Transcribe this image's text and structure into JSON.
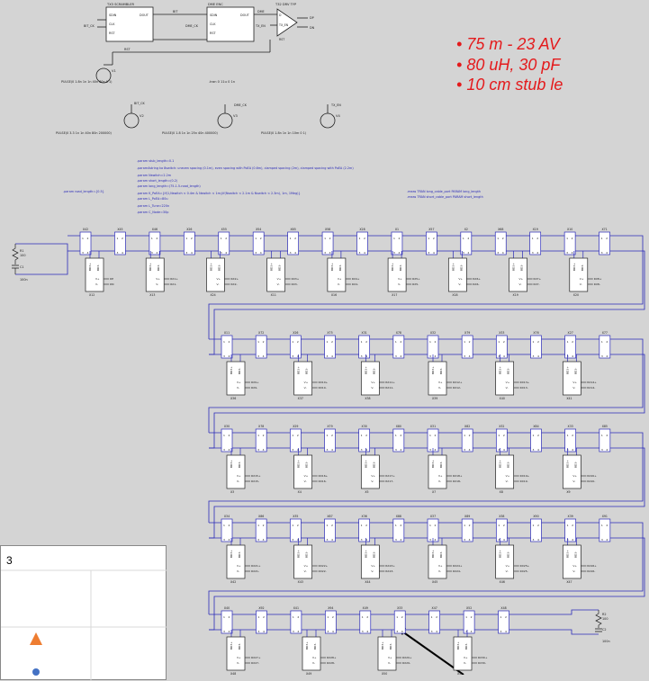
{
  "bullets": [
    "75 m - 23 AV",
    "80 uH, 30 pF",
    "10 cm stub le"
  ],
  "top_blocks": {
    "scrambler": {
      "title": "TX3 SCRAMBLER",
      "pins_left": [
        "SDIN",
        "CLK",
        "RST"
      ],
      "pins_right": [
        "DOUT"
      ]
    },
    "encoder": {
      "title": "DME ENC",
      "pins_left": [
        "SDIN",
        "CLK",
        "RST"
      ],
      "pins_right": [
        "DOUT"
      ]
    },
    "driver": {
      "title": "T32 DRV TYP",
      "pins_left": [
        "D",
        "TX_EN",
        "RST"
      ],
      "pins_right": [
        "DP",
        "DN"
      ]
    },
    "nets": [
      "BIT_CK",
      "BIT",
      "DME_CK",
      "DME",
      "TX_EN",
      "RST"
    ]
  },
  "sources": [
    {
      "ref": "V1",
      "value": "PULSE(0 1.8n 1n 1n 40n 80n 0 1)"
    },
    {
      "ref": "V2",
      "value": "PULSE(0 3.3 1n 1n 40n 80n 200000)"
    },
    {
      "ref": "V3",
      "value": "PULSE(0 1.8 1n 1n 25n 40n 400000)"
    },
    {
      "ref": "V4",
      "value": "PULSE(0 1.8n 1n 1n 10m 0 1)"
    }
  ],
  "src_nets": [
    "BIT_CK",
    "DME_CK",
    "TX_EN"
  ],
  "tran": ".tran 0 11u 0 1n",
  "params_main": [
    ".param stub_length=0.1",
    ".param4string ka 8switch: uneven spacing (0.1m), even spacing with PoEA (0.6m), clamped spacing (2m), clamped spacing with PoEA (2.2m)",
    ".param Nswitch=2.2m",
    ".param short_length=(0.2)",
    ".param long_length=(75-1.5-road_length)",
    ".param K_PoEA={if(1,Nswitch < 0.4m & Nswitch < 1m;(if(Nswitch < 2.1m & Nswitch < 2.3m), 1m, 1Meg)}",
    ".param L_PoEA=80u",
    ".param L_Tune=220n",
    ".param C_Node=30p"
  ],
  "param_left": ".param road_length={0.5}",
  "meas": [
    ".meas TRAN long_cable_port PARAM long_length",
    ".meas TRAN short_cable_port PARAM short_length"
  ],
  "term_left": {
    "r": "R1",
    "rv": "100",
    "c": "C1",
    "cv": "100n"
  },
  "term_right": {
    "r": "R2",
    "rv": "100",
    "c": "C2",
    "cv": "100n"
  },
  "cable_pins": [
    "1",
    "2",
    "3",
    "4"
  ],
  "node_pins": [
    "BD3+",
    "BD3-",
    "V+",
    "V-"
  ],
  "rows": [
    {
      "stubs": [
        "X42",
        "X45",
        "X46",
        "X26",
        "X55",
        "X54",
        "X65",
        "X58",
        "X28",
        "X1",
        "X57",
        "X2",
        "X68",
        "X19",
        "X10",
        "X71"
      ],
      "nodes": [
        {
          "ref": "X12",
          "nets": [
            "DP",
            "DN"
          ]
        },
        {
          "ref": "X13",
          "nets": [
            "RX1+",
            "RX1-"
          ]
        },
        {
          "ref": "X24",
          "nets": [
            "RX2+",
            "RX2-"
          ]
        },
        {
          "ref": "X11",
          "nets": [
            "RX3+",
            "RX3-"
          ]
        },
        {
          "ref": "X16",
          "nets": [
            "RX4+",
            "RX4-"
          ]
        },
        {
          "ref": "X17",
          "nets": [
            "RX5+",
            "RX5-"
          ]
        },
        {
          "ref": "X18",
          "nets": [
            "RX6+",
            "RX6-"
          ]
        },
        {
          "ref": "X19",
          "nets": [
            "RX7+",
            "RX7-"
          ]
        },
        {
          "ref": "X20",
          "nets": [
            "RX8+",
            "RX8-"
          ]
        }
      ]
    },
    {
      "stubs": [
        "X11",
        "X72",
        "X26",
        "X75",
        "X31",
        "X78",
        "X32",
        "X79",
        "X33",
        "X76",
        "X27",
        "X77"
      ],
      "nodes": [
        {
          "ref": "X36",
          "nets": [
            "RX9+",
            "RX9-"
          ]
        },
        {
          "ref": "X37",
          "nets": [
            "RX10+",
            "RX10-"
          ]
        },
        {
          "ref": "X38",
          "nets": [
            "RX11+",
            "RX11-"
          ]
        },
        {
          "ref": "X39",
          "nets": [
            "RX12+",
            "RX12-"
          ]
        },
        {
          "ref": "X40",
          "nets": [
            "RX13+",
            "RX13-"
          ]
        },
        {
          "ref": "X41",
          "nets": [
            "RX14+",
            "RX14-"
          ]
        }
      ]
    },
    {
      "stubs": [
        "X30",
        "X78",
        "X29",
        "X79",
        "X30",
        "X80",
        "X31",
        "X82",
        "X32",
        "X84",
        "X33",
        "X85"
      ],
      "nodes": [
        {
          "ref": "X3",
          "nets": [
            "RX15+",
            "RX15-"
          ]
        },
        {
          "ref": "X4",
          "nets": [
            "RX16+",
            "RX16-"
          ]
        },
        {
          "ref": "X5",
          "nets": [
            "RX17+",
            "RX17-"
          ]
        },
        {
          "ref": "X7",
          "nets": [
            "RX18+",
            "RX18-"
          ]
        },
        {
          "ref": "X8",
          "nets": [
            "RX19+",
            "RX19-"
          ]
        },
        {
          "ref": "X9",
          "nets": [
            "RX20+",
            "RX20-"
          ]
        }
      ]
    },
    {
      "stubs": [
        "X34",
        "X86",
        "X35",
        "X87",
        "X36",
        "X88",
        "X37",
        "X89",
        "X38",
        "X90",
        "X39",
        "X91"
      ],
      "nodes": [
        {
          "ref": "X42",
          "nets": [
            "RX21+",
            "RX21-"
          ]
        },
        {
          "ref": "X43",
          "nets": [
            "RX22+",
            "RX22-"
          ]
        },
        {
          "ref": "X44",
          "nets": [
            "RX23+",
            "RX23-"
          ]
        },
        {
          "ref": "X45",
          "nets": [
            "RX24+",
            "RX24-"
          ]
        },
        {
          "ref": "X46",
          "nets": [
            "RX25+",
            "RX25-"
          ]
        },
        {
          "ref": "X47",
          "nets": [
            "RX26+",
            "RX26-"
          ]
        }
      ]
    },
    {
      "stubs": [
        "X40",
        "X92",
        "X41",
        "X94",
        "X49",
        "X33",
        "X47",
        "X52",
        "X48"
      ],
      "nodes": [
        {
          "ref": "X48",
          "nets": [
            "RX27+",
            "RX27-"
          ]
        },
        {
          "ref": "X49",
          "nets": [
            "RX28+",
            "RX28-"
          ]
        },
        {
          "ref": "X50",
          "nets": [
            "RX29+",
            "RX29-"
          ]
        },
        {
          "ref": "X51",
          "nets": [
            "RX30+",
            "RX30-"
          ]
        }
      ]
    }
  ],
  "plot": {
    "label": "3",
    "marker_colors": [
      "#ee7d31",
      "#4472c4"
    ]
  },
  "colors": {
    "wire": "#2a2ab8",
    "ink": "#202020",
    "note": "#e41a1c"
  }
}
